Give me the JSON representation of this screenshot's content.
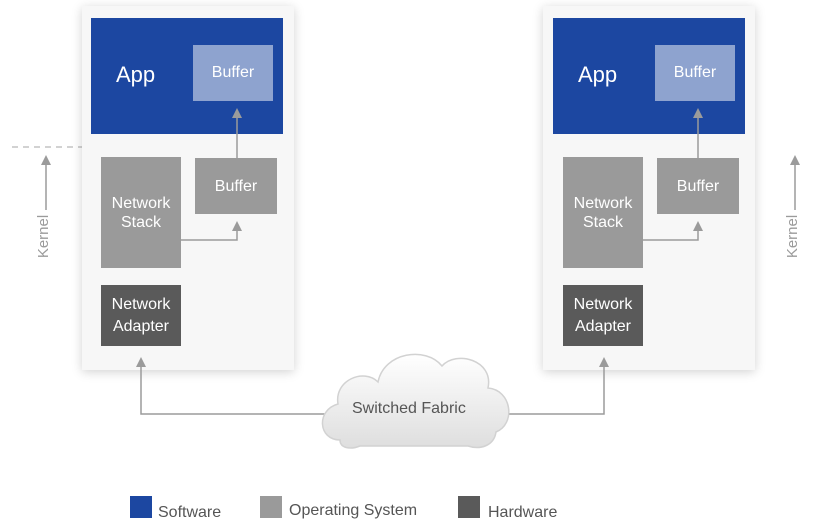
{
  "hosts": [
    {
      "app": "App",
      "app_buffer": "Buffer",
      "kernel_buffer": "Buffer",
      "network_stack": "Network Stack",
      "network_adapter": "Network Adapter"
    },
    {
      "app": "App",
      "app_buffer": "Buffer",
      "kernel_buffer": "Buffer",
      "network_stack": "Network Stack",
      "network_adapter": "Network Adapter"
    }
  ],
  "kernel_label": "Kernel",
  "cloud_label": "Switched Fabric",
  "legend": [
    {
      "label": "Software",
      "color": "#1c47a1"
    },
    {
      "label": "Operating System",
      "color": "#9a9a9a"
    },
    {
      "label": "Hardware",
      "color": "#5a5a5a"
    }
  ]
}
